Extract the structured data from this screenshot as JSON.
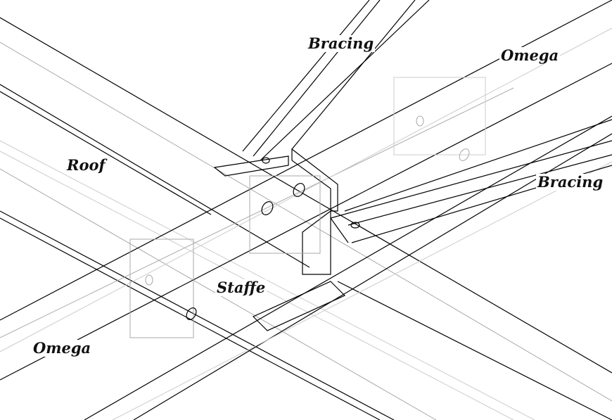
{
  "labels": {
    "bracing_top": "Bracing",
    "omega_top": "Omega",
    "roof": "Roof",
    "bracing_right": "Bracing",
    "staffe": "Staffe",
    "omega_bottom": "Omega"
  }
}
